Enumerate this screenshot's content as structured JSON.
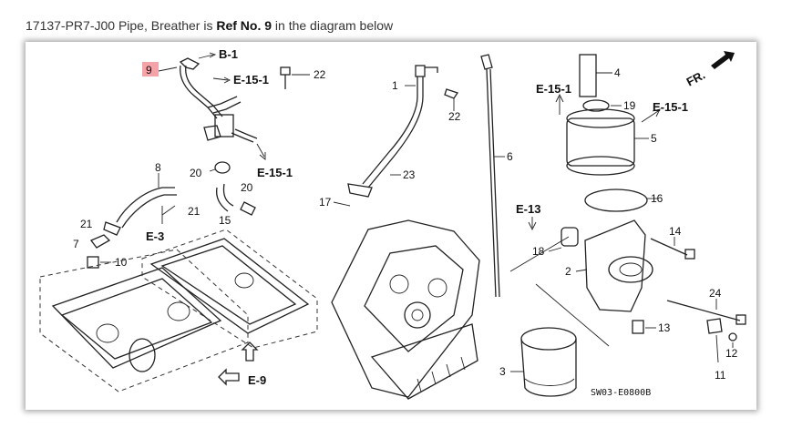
{
  "caption": {
    "prefix": "17137-PR7-J00 Pipe, Breather is",
    "ref_text": "Ref No. 9",
    "suffix": "in the diagram below"
  },
  "highlight_color": "#f4a3a8",
  "diagram": {
    "highlighted_ref": "9",
    "callouts": [
      "1",
      "2",
      "3",
      "4",
      "5",
      "6",
      "7",
      "8",
      "10",
      "11",
      "12",
      "13",
      "14",
      "15",
      "16",
      "17",
      "18",
      "19",
      "20",
      "20",
      "21",
      "21",
      "22",
      "22",
      "23",
      "24"
    ],
    "refs": [
      "B-1",
      "E-15-1",
      "E-15-1",
      "E-15-1",
      "E-15-1",
      "E-3",
      "E-13",
      "E-9"
    ],
    "direction_label": "FR.",
    "drawing_code": "SW03-E0800B"
  }
}
